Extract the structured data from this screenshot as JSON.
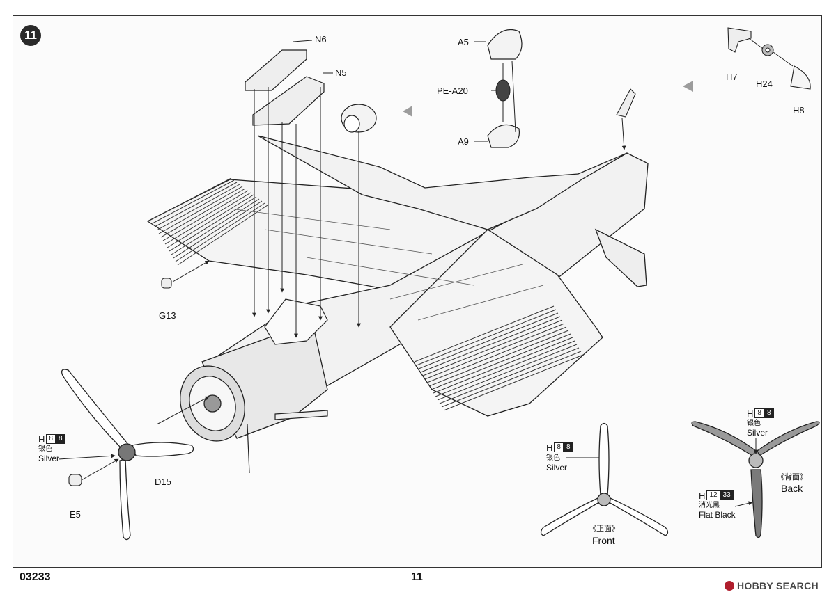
{
  "step": {
    "number": "11"
  },
  "parts": {
    "n6": "N6",
    "n5": "N5",
    "a5": "A5",
    "pe_a20": "PE-A20",
    "a9": "A9",
    "h7": "H7",
    "h24": "H24",
    "h8": "H8",
    "g13": "G13",
    "d15": "D15",
    "e5": "E5"
  },
  "paint_callouts": {
    "silver_main": {
      "letter": "H",
      "code_white": "8",
      "code_black": "8",
      "cn": "银色",
      "en": "Silver"
    },
    "silver_front": {
      "letter": "H",
      "code_white": "8",
      "code_black": "8",
      "cn": "银色",
      "en": "Silver"
    },
    "silver_back": {
      "letter": "H",
      "code_white": "8",
      "code_black": "8",
      "cn": "银色",
      "en": "Silver"
    },
    "flat_black": {
      "letter": "H",
      "code_white": "12",
      "code_black": "33",
      "cn": "消光黑",
      "en": "Flat Black"
    }
  },
  "views": {
    "front_cn": "《正面》",
    "front_en": "Front",
    "back_cn": "《背面》",
    "back_en": "Back"
  },
  "footer": {
    "kit_number": "03233",
    "page_number": "11",
    "watermark": "HOBBY SEARCH"
  },
  "colors": {
    "ink": "#222222",
    "prop_grey": "#9a9a9a",
    "prop_dark": "#7a7a7a",
    "arrow_grey": "#9c9c9c"
  }
}
